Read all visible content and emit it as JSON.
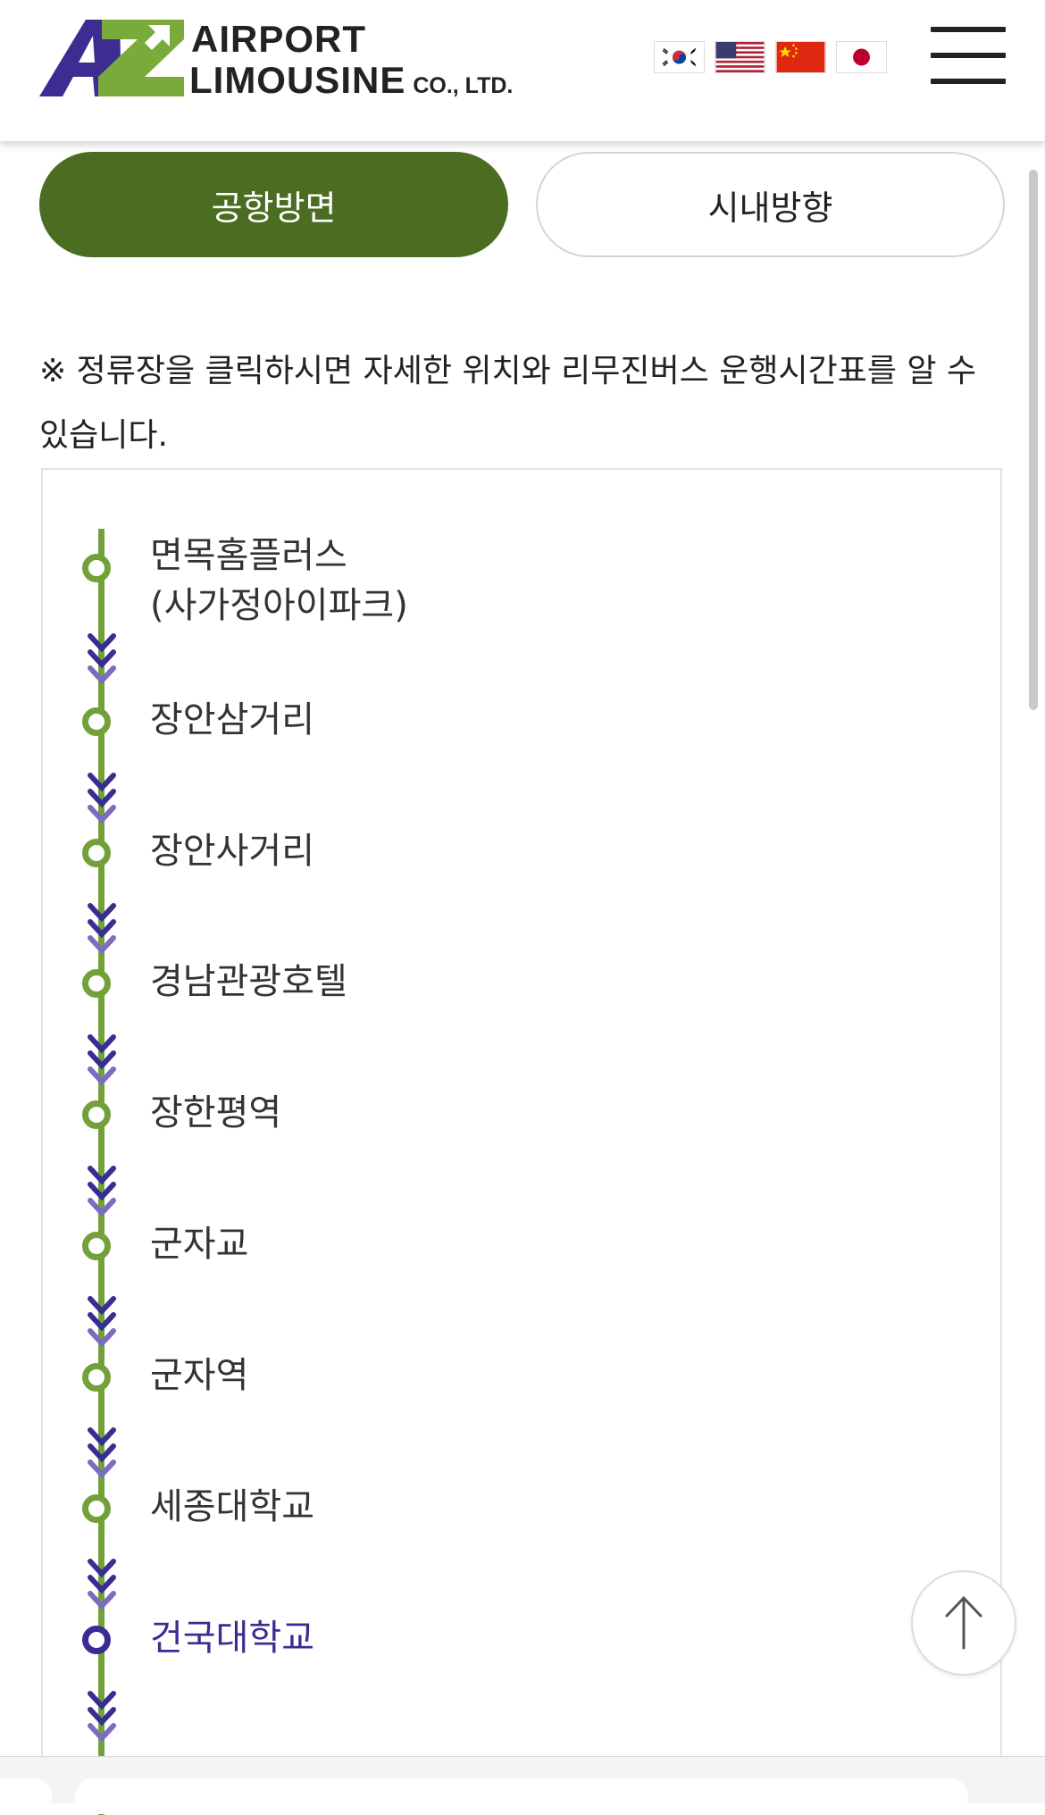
{
  "header": {
    "logo_line1": "AIRPORT",
    "logo_line2": "LIMOUSINE",
    "logo_suffix": "CO., LTD.",
    "flags": [
      {
        "name": "korean-flag-icon"
      },
      {
        "name": "us-flag-icon"
      },
      {
        "name": "china-flag-icon"
      },
      {
        "name": "japan-flag-icon"
      }
    ],
    "menu_icon": "hamburger-menu-icon"
  },
  "tabs": [
    {
      "label": "공항방면",
      "active": true
    },
    {
      "label": "시내방향",
      "active": false
    }
  ],
  "notice": "※ 정류장을 클릭하시면 자세한 위치와 리무진버스 운행시간표를 알 수 있습니다.",
  "stops": [
    {
      "label": "면목홈플러스\n(사가정아이파크)"
    },
    {
      "label": "장안삼거리"
    },
    {
      "label": "장안사거리"
    },
    {
      "label": "경남관광호텔"
    },
    {
      "label": "장한평역"
    },
    {
      "label": "군자교"
    },
    {
      "label": "군자역"
    },
    {
      "label": "세종대학교"
    },
    {
      "label": "건국대학교",
      "current": true
    }
  ],
  "colors": {
    "accent_green": "#4b6d22",
    "route_green": "#74a03b",
    "current_purple": "#3a2d91",
    "chevron_purple": "#4a3a9c"
  },
  "scroll_top_icon": "arrow-up-icon"
}
